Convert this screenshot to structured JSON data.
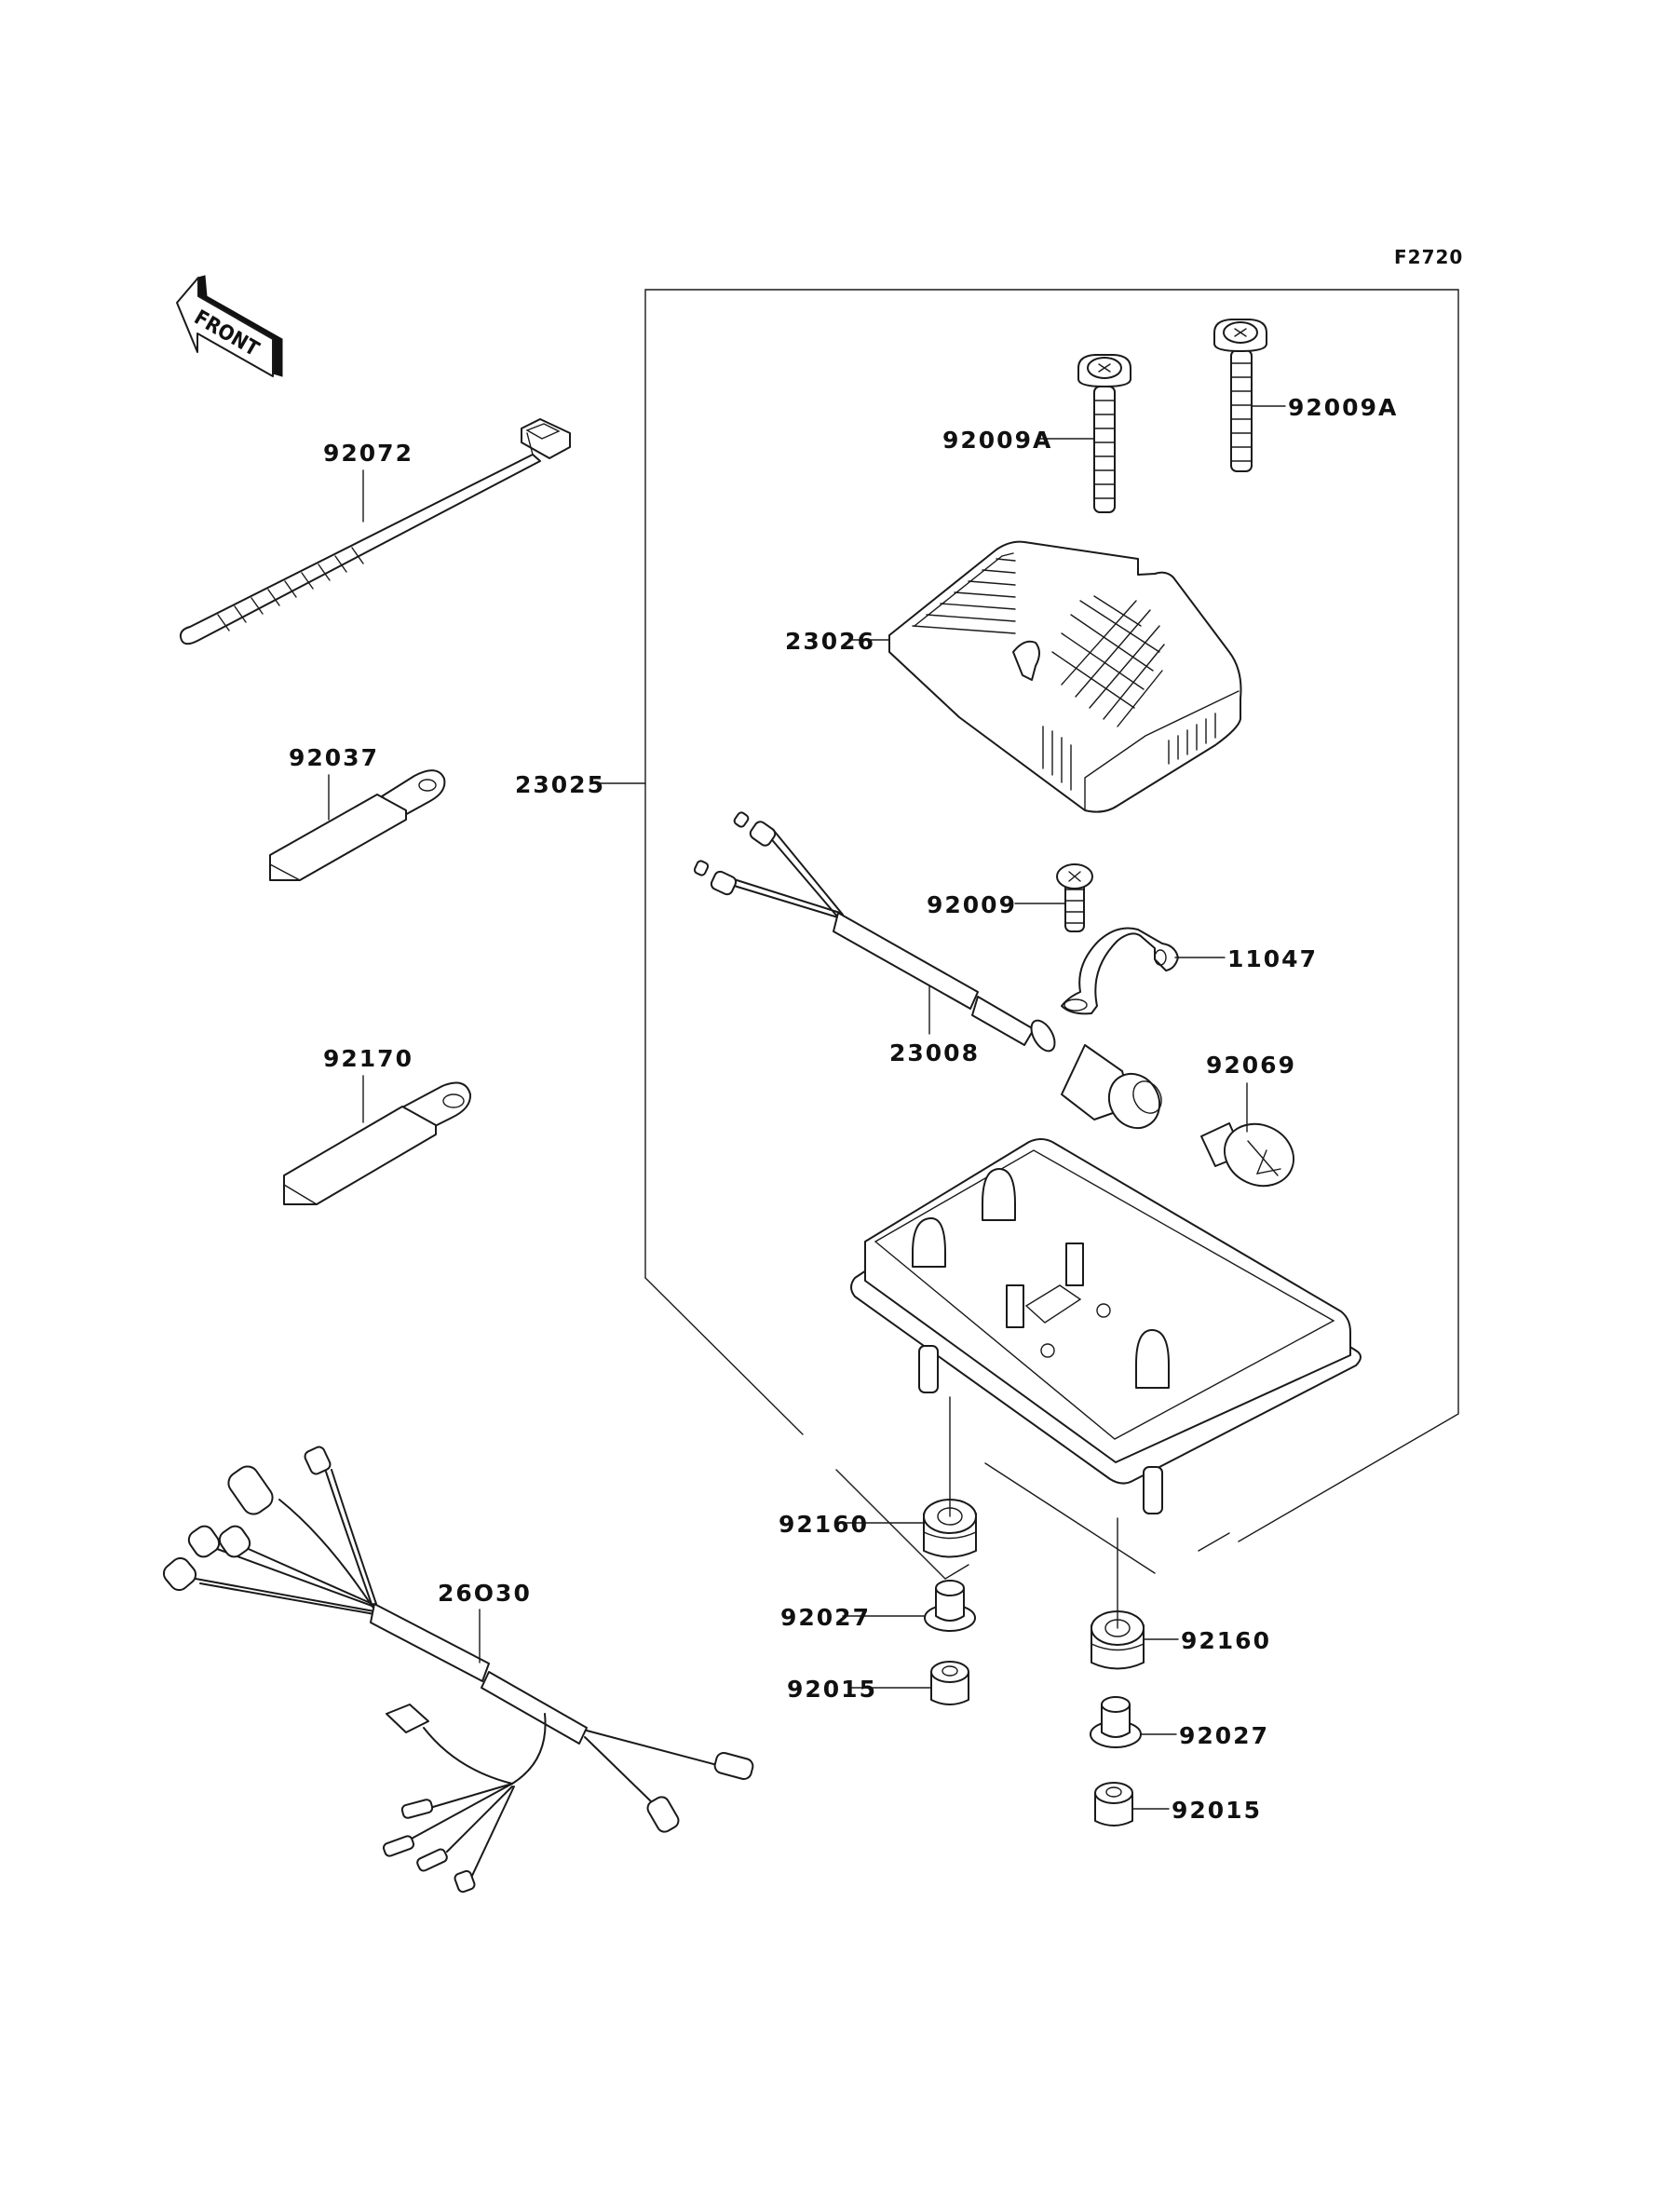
{
  "figure_ref": "F2720",
  "front_indicator": "FRONT",
  "callouts": {
    "cable_tie": "92072",
    "bracket_upper": "92037",
    "bracket_lower": "92170",
    "taillight_assy": "23025",
    "screw_left": "92009A",
    "screw_right": "92009A",
    "lens": "23026",
    "screw_small": "92009",
    "clamp": "11047",
    "socket_harness": "23008",
    "bulb": "92069",
    "grommet_left": "92160",
    "collar_left": "92027",
    "nut_left": "92015",
    "grommet_right": "92160",
    "collar_right": "92027",
    "nut_right": "92015",
    "main_harness": "26O30"
  },
  "colors": {
    "ink": "#1a1a1a",
    "paper": "#ffffff"
  }
}
